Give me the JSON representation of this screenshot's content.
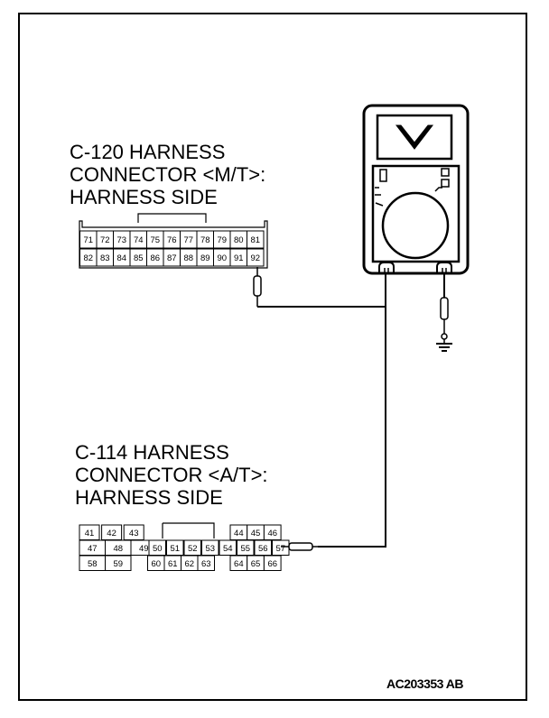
{
  "c120": {
    "title_lines": [
      "C-120 HARNESS",
      "CONNECTOR <M/T>:",
      "HARNESS SIDE"
    ],
    "row1": [
      "71",
      "72",
      "73",
      "74",
      "75",
      "76",
      "77",
      "78",
      "79",
      "80",
      "81"
    ],
    "row2": [
      "82",
      "83",
      "84",
      "85",
      "86",
      "87",
      "88",
      "89",
      "90",
      "91",
      "92"
    ]
  },
  "c114": {
    "title_lines": [
      "C-114 HARNESS",
      "CONNECTOR <A/T>:",
      "HARNESS SIDE"
    ],
    "row1_left": [
      "41",
      "42",
      "43"
    ],
    "row1_right": [
      "44",
      "45",
      "46"
    ],
    "row2": [
      "47",
      "48",
      "49",
      "50",
      "51",
      "52",
      "53",
      "54",
      "55",
      "56",
      "57"
    ],
    "row3_left": [
      "58",
      "59"
    ],
    "row3_mid": [
      "60",
      "61",
      "62",
      "63"
    ],
    "row3_right": [
      "64",
      "65",
      "66"
    ]
  },
  "meter": {
    "display_symbol": "V",
    "display_icon": "voltage-symbol"
  },
  "figure_id": "AC203353 AB"
}
